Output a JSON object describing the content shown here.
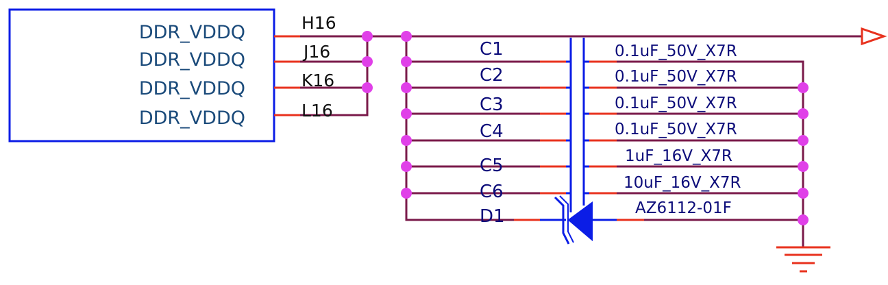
{
  "colors": {
    "component_outline": "#0b1de6",
    "pin_stub": "#e8321e",
    "wire": "#7a1a4a",
    "junction": "#e040e8",
    "power_port": "#e8321e",
    "ground": "#e8321e",
    "component_text": "#1a4a7a",
    "designator_text": "#0d0d7a",
    "pin_number_text": "#111111"
  },
  "ic": {
    "pins": [
      {
        "name": "DDR_VDDQ",
        "number": "H16"
      },
      {
        "name": "DDR_VDDQ",
        "number": "J16"
      },
      {
        "name": "DDR_VDDQ",
        "number": "K16"
      },
      {
        "name": "DDR_VDDQ",
        "number": "L16"
      }
    ]
  },
  "components": [
    {
      "ref": "C1",
      "value": "0.1uF_50V_X7R",
      "type": "capacitor"
    },
    {
      "ref": "C2",
      "value": "0.1uF_50V_X7R",
      "type": "capacitor"
    },
    {
      "ref": "C3",
      "value": "0.1uF_50V_X7R",
      "type": "capacitor"
    },
    {
      "ref": "C4",
      "value": "0.1uF_50V_X7R",
      "type": "capacitor"
    },
    {
      "ref": "C5",
      "value": "1uF_16V_X7R",
      "type": "capacitor"
    },
    {
      "ref": "C6",
      "value": "10uF_16V_X7R",
      "type": "capacitor"
    },
    {
      "ref": "D1",
      "value": "AZ6112-01F",
      "type": "tvs-diode"
    }
  ],
  "symbols": {
    "power_port": "open-triangle-arrow",
    "ground": "ground-symbol"
  }
}
